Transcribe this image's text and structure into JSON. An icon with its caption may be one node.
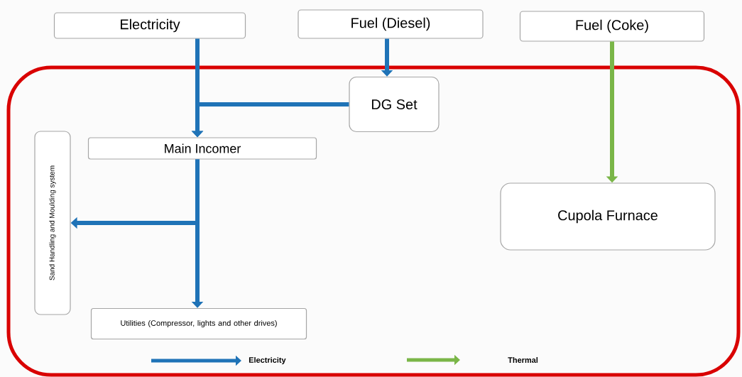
{
  "diagram": {
    "nodes": [
      {
        "text": [
          "Electricity"
        ]
      },
      {
        "text": [
          "Fuel (Diesel)"
        ]
      },
      {
        "text": [
          "Fuel (Coke)"
        ]
      },
      {
        "text": [
          "DG Set"
        ]
      },
      {
        "text": [
          "Main Incomer"
        ]
      },
      {
        "text": [
          "Sand Handling and Moulding system"
        ]
      },
      {
        "text": [
          "Cupola Furnace"
        ]
      },
      {
        "text": [
          "Utilities (Compressor, lights and other drives)"
        ]
      }
    ],
    "edges": [
      {
        "from": 0,
        "to": 4,
        "arrow": "to"
      },
      {
        "from": 1,
        "to": 3,
        "arrow": "to"
      },
      {
        "from": 3,
        "to": 4,
        "arrow": "to"
      },
      {
        "from": 4,
        "to": 5,
        "arrow": "to"
      },
      {
        "from": 4,
        "to": 7,
        "arrow": "to"
      },
      {
        "from": 2,
        "to": 6,
        "arrow": "to",
        "color": "#7ab648"
      }
    ],
    "legend": [
      {
        "text": "Electricity"
      },
      {
        "text": "Thermal"
      }
    ]
  }
}
